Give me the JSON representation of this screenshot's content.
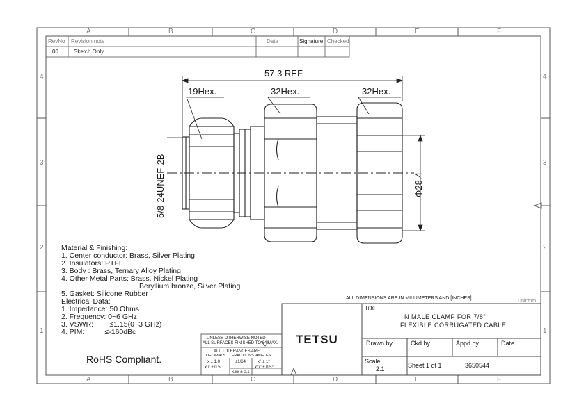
{
  "grid": {
    "columns": [
      "A",
      "B",
      "C",
      "D",
      "E",
      "F"
    ],
    "rows": [
      "4",
      "3",
      "2",
      "1"
    ]
  },
  "revision_table": {
    "headers": [
      "RevNo",
      "Revision note",
      "Date",
      "Signature",
      "Checked"
    ],
    "row": {
      "rev": "00",
      "note": "Sketch Only"
    }
  },
  "dimensions": {
    "overall": "57.3 REF.",
    "hex_small": "19Hex.",
    "hex_mid": "32Hex.",
    "hex_right": "32Hex.",
    "thread": "5/8-24UNEF-2B",
    "diameter": "Φ28.4"
  },
  "materials": {
    "heading": "Material & Finishing:",
    "lines": [
      "1. Center conductor: Brass, Silver Plating",
      "2. Insulators: PTFE",
      "3. Body : Brass, Ternary Alloy Plating",
      "4. Other Metal Parts: Brass, Nickel Plating",
      "Beryllium bronze, Silver Plating",
      "5. Gasket: Silicone Rubber"
    ]
  },
  "electrical": {
    "heading": "Electrical Data:",
    "lines": [
      "1. Impedance: 50 Ohms",
      "2. Frequency: 0~6 GHz",
      "3. VSWR:        ≤1.15(0~3 GHz)",
      "4. PIM:          ≤-160dBc"
    ]
  },
  "rohs": "RoHS Compliant.",
  "tolerance_block": {
    "line1": "UNLESS OTHERWISE NOTED",
    "line2": "ALL SURFACES FINISHED TO 64/MAX.",
    "line3": "ALL TOLERANCES ARE:",
    "col_decimals": "DECIMALS",
    "col_fractions": "FRACTIONS",
    "col_angles": "ANGLES",
    "dec1": "x ± 1.0",
    "dec2": "x.x ± 0.5",
    "dec3": "x.xx ± 0.1",
    "frac": "±1/64",
    "ang1": "x° ± 1°",
    "ang2": "x°x' ± 0.5°"
  },
  "title_block": {
    "units_note": "ALL DIMENSIONS ARE IN MILLIMETERS AND [INCHES]",
    "unit": "Unit:mm",
    "company": "TETSU",
    "title_label": "Title",
    "title_line1": "N MALE CLAMP FOR 7/8\"",
    "title_line2": "FLEXIBLE CORRUGATED CABLE",
    "drawn_by": "Drawn by",
    "ckd_by": "Ckd by",
    "appd_by": "Appd by",
    "date": "Date",
    "scale_label": "Scale",
    "scale_value": "2:1",
    "sheet": "Sheet 1 of 1",
    "part_no": "3650544"
  },
  "colors": {
    "line": "#2a2a2a",
    "frame": "#555555",
    "grey_text": "#7a7a7a"
  }
}
